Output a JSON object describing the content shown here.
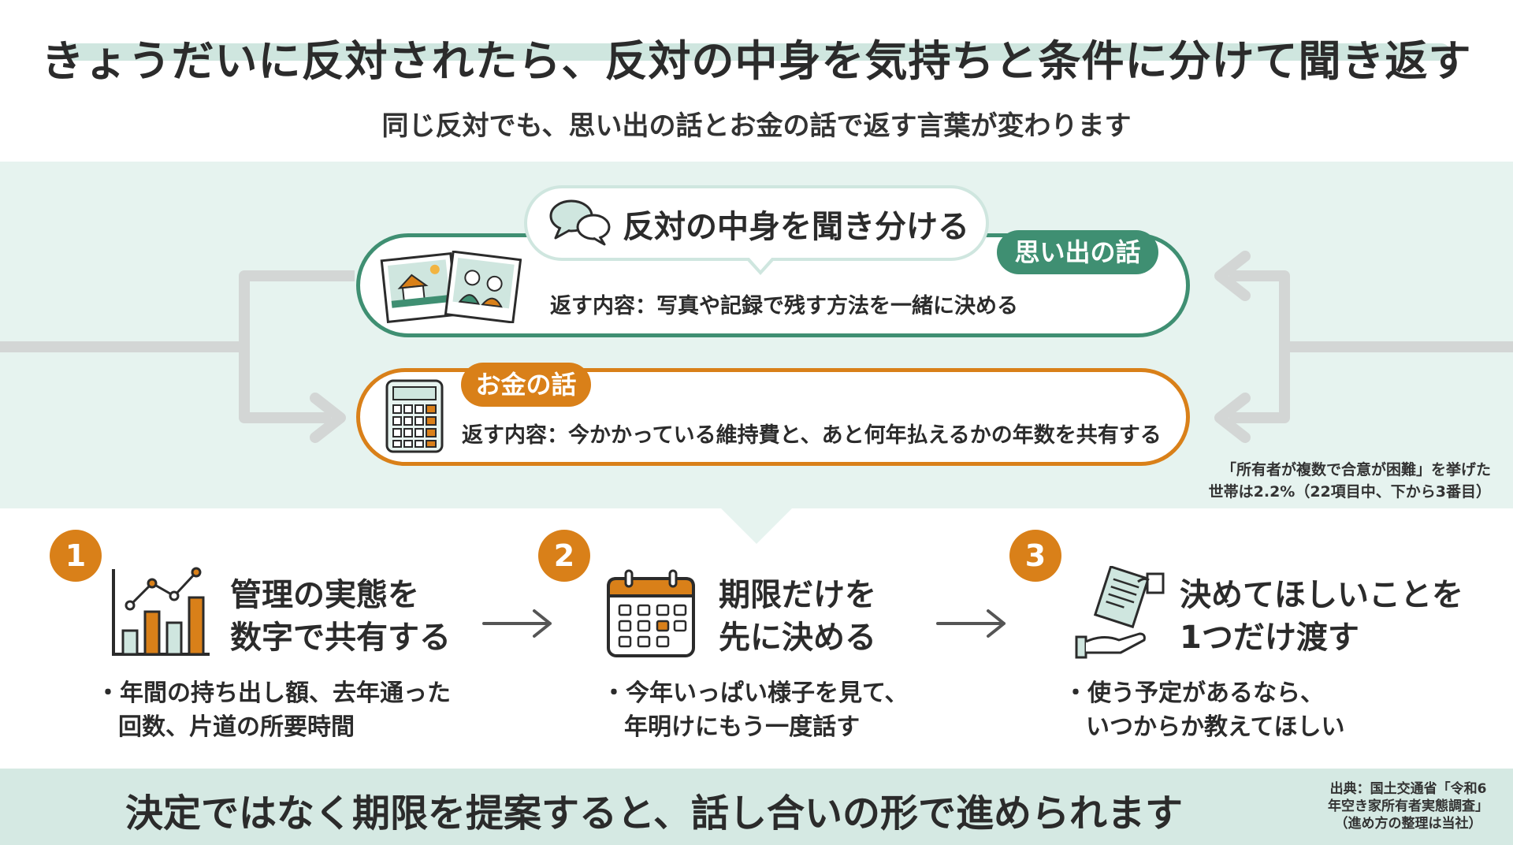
{
  "header": {
    "title": "きょうだいに反対されたら、反対の中身を気持ちと条件に分けて聞き返す",
    "subtitle": "同じ反対でも、思い出の話とお金の話で返す言葉が変わります"
  },
  "center": {
    "bubble_label": "反対の中身を聞き分ける",
    "memory": {
      "tag": "思い出の話",
      "text": "返す内容：写真や記録で残す方法を一緒に決める"
    },
    "money": {
      "tag": "お金の話",
      "text": "返す内容：今かかっている維持費と、あと何年払えるかの年数を共有する"
    },
    "note_line1": "「所有者が複数で合意が困難」を挙げた",
    "note_line2": "世帯は2.2%（22項目中、下から3番目）"
  },
  "steps": [
    {
      "number": "1",
      "title_line1": "管理の実態を",
      "title_line2": "数字で共有する",
      "bullet_line1": "・年間の持ち出し額、去年通った",
      "bullet_line2": "回数、片道の所要時間"
    },
    {
      "number": "2",
      "title_line1": "期限だけを",
      "title_line2": "先に決める",
      "bullet_line1": "・今年いっぱい様子を見て、",
      "bullet_line2": "年明けにもう一度話す"
    },
    {
      "number": "3",
      "title_line1": "決めてほしいことを",
      "title_line2": "1つだけ渡す",
      "bullet_line1": "・使う予定があるなら、",
      "bullet_line2": "いつからか教えてほしい"
    }
  ],
  "footer": {
    "message": "決定ではなく期限を提案すると、話し合いの形で進められます",
    "source_line1": "出典：国土交通省「令和6",
    "source_line2": "年空き家所有者実態調査」",
    "source_line3": "（進め方の整理は当社）"
  },
  "icons": {
    "bubble": "speech-bubbles-icon",
    "memory": "photos-icon",
    "money": "calculator-icon",
    "step1": "bar-chart-icon",
    "step2": "calendar-icon",
    "step3": "handover-document-icon",
    "flow": "arrow-right-icon"
  },
  "colors": {
    "green": "#3f8f72",
    "orange": "#d98019",
    "band": "#e6f3ef",
    "highlight": "#cfe6df"
  }
}
